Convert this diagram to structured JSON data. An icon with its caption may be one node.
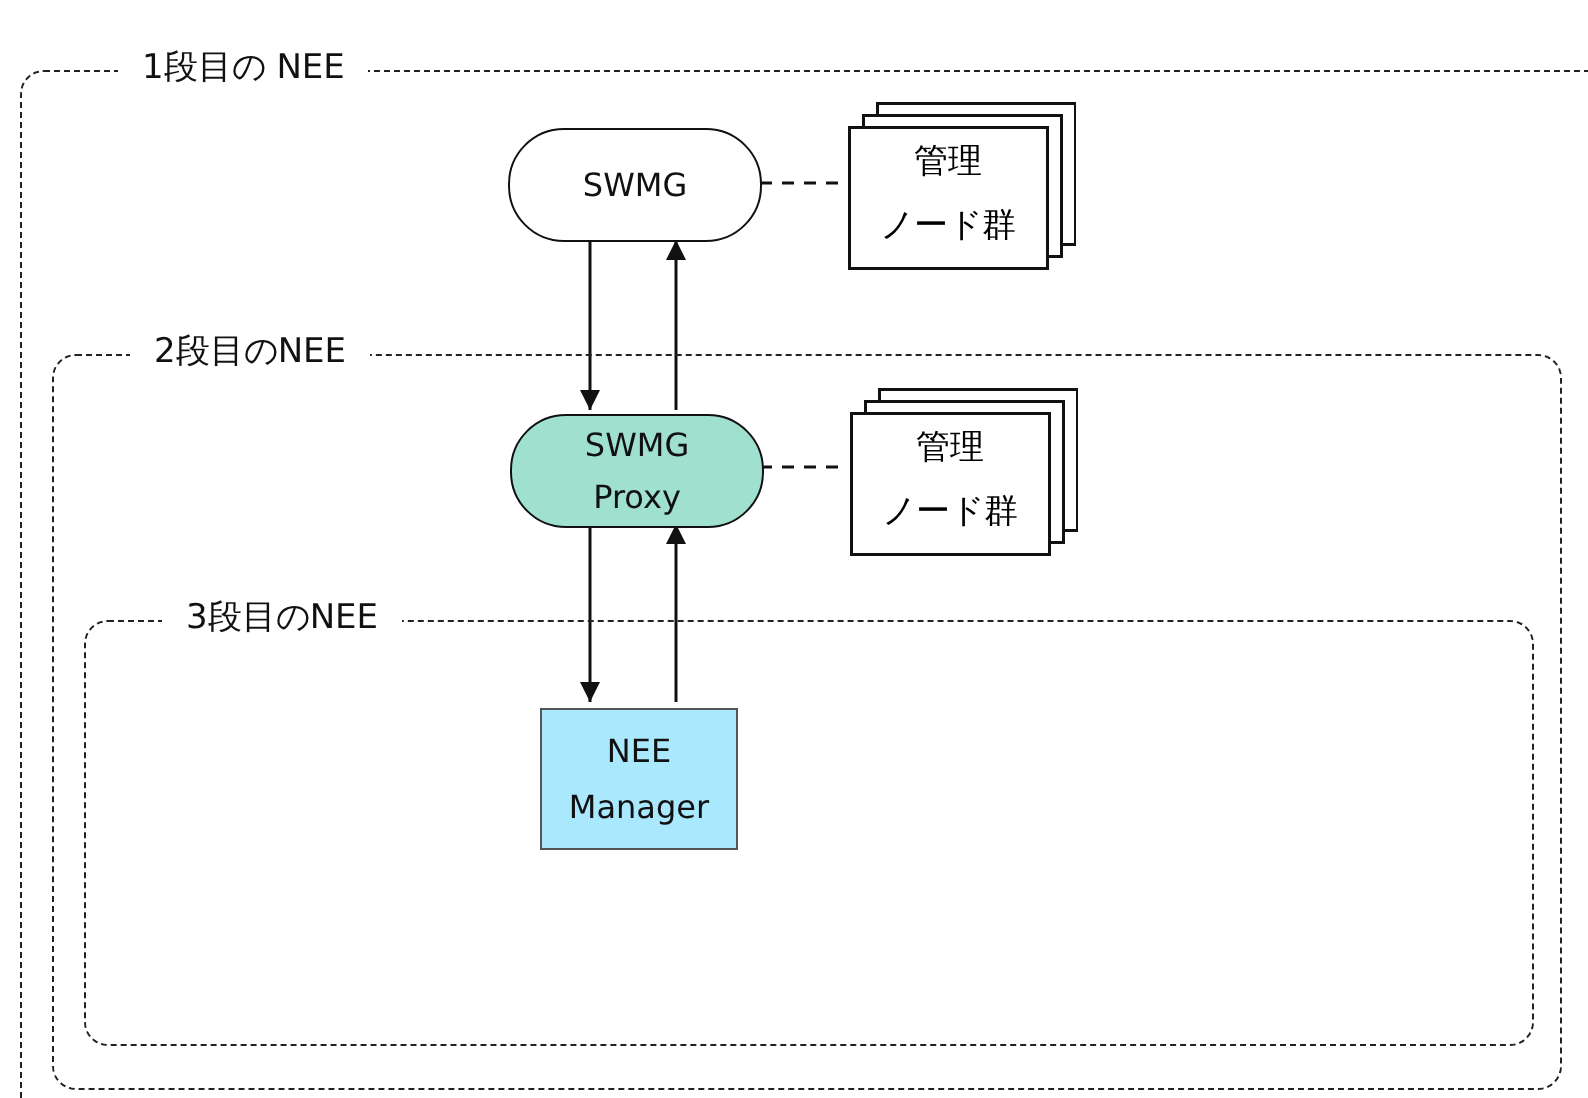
{
  "diagram": {
    "nodes": [
      {
        "text": [
          "1段目の NEE"
        ]
      },
      {
        "text": [
          "SWMG"
        ],
        "in": 0
      },
      {
        "text": [
          "管理ノード群"
        ],
        "in": 0
      },
      {
        "text": [
          "2段目のNEE"
        ],
        "in": 0
      },
      {
        "text": [
          "SWMG Proxy"
        ],
        "in": 3
      },
      {
        "text": [
          "管理ノード群"
        ],
        "in": 3
      },
      {
        "text": [
          "3段目のNEE"
        ],
        "in": 3
      },
      {
        "text": [
          "NEE Manager"
        ],
        "in": 6
      }
    ],
    "edges": [
      {
        "from": 1,
        "to": 4,
        "arrow": "to"
      },
      {
        "from": 4,
        "to": 1,
        "arrow": "to"
      },
      {
        "from": 4,
        "to": 7,
        "arrow": "to"
      },
      {
        "from": 7,
        "to": 4,
        "arrow": "to"
      },
      {
        "from": 1,
        "to": 2,
        "arrow": "none",
        "style": "dashed"
      },
      {
        "from": 4,
        "to": 5,
        "arrow": "none",
        "style": "dashed"
      }
    ]
  }
}
